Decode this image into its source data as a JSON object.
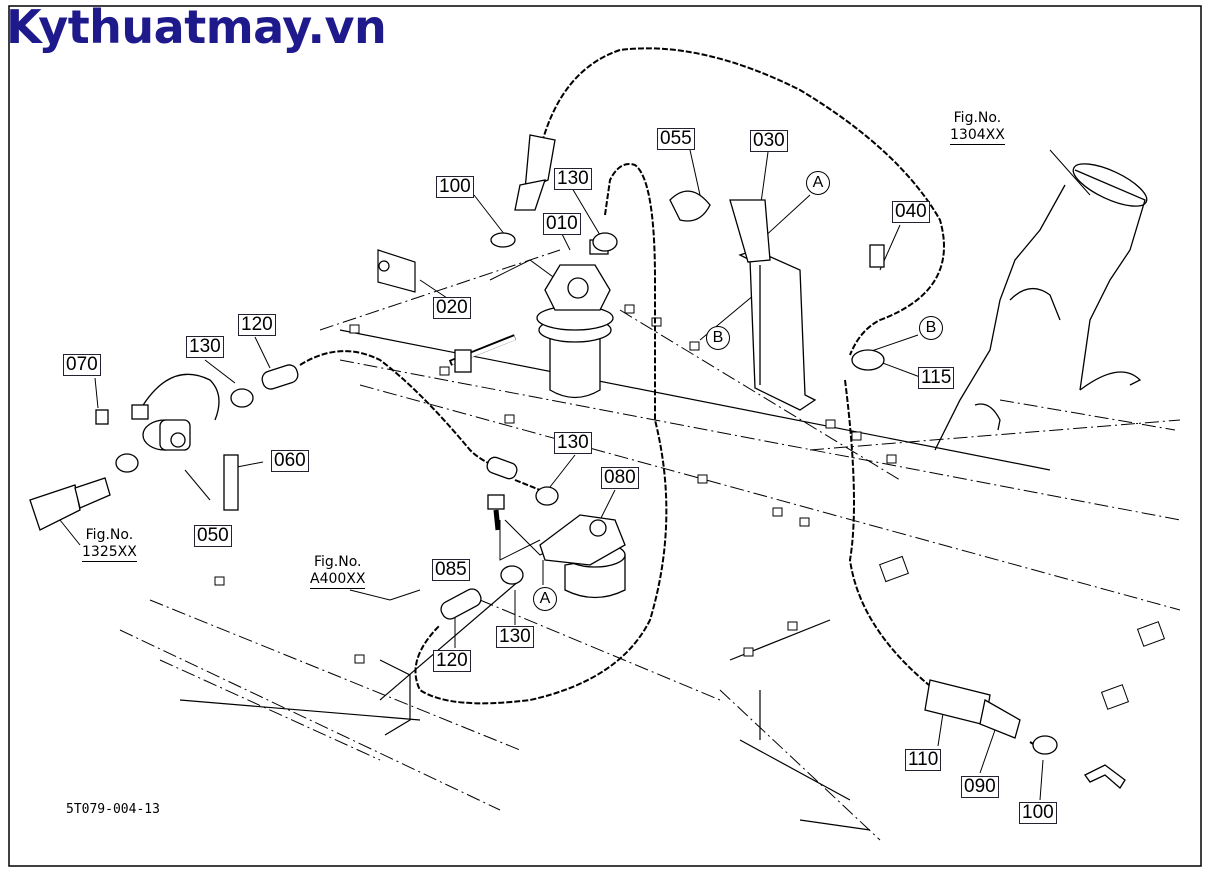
{
  "brand": "Kythuatmay.vn",
  "drawing_number": "5T079-004-13",
  "figure_refs": [
    {
      "label": "Fig.No.",
      "number": "1304XX"
    },
    {
      "label": "Fig.No.",
      "number": "1325XX"
    },
    {
      "label": "Fig.No.",
      "number": "A400XX"
    }
  ],
  "detail_markers": [
    "A",
    "B",
    "A",
    "B"
  ],
  "part_labels": [
    "055",
    "030",
    "130",
    "100",
    "010",
    "040",
    "020",
    "120",
    "130",
    "070",
    "115",
    "130",
    "080",
    "060",
    "050",
    "085",
    "130",
    "120",
    "110",
    "090",
    "100"
  ],
  "colors": {
    "brand": "#1e1a8c",
    "line": "#000000",
    "background": "#ffffff"
  }
}
